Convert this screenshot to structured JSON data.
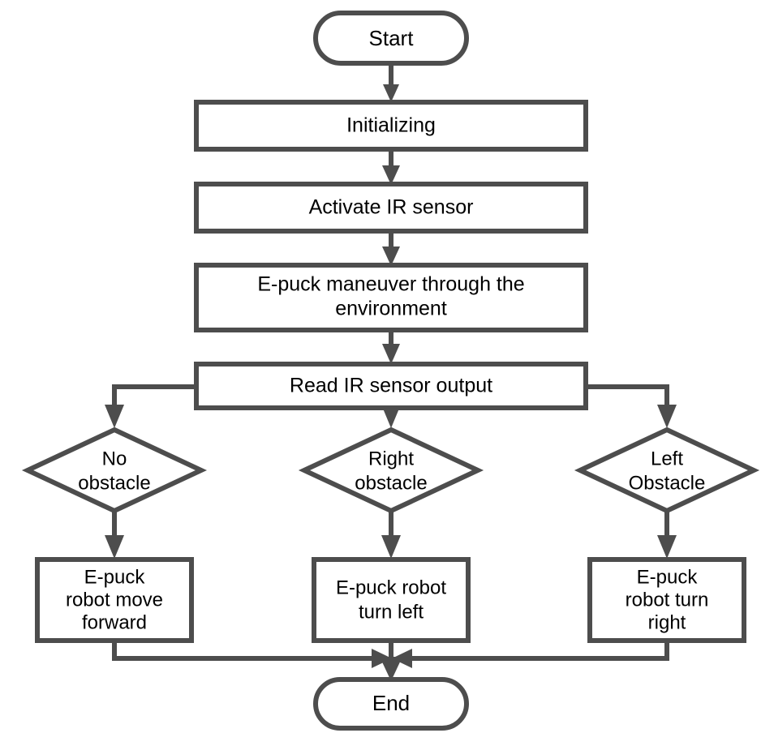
{
  "diagram": {
    "type": "flowchart",
    "title": "E-puck robot obstacle avoidance flowchart",
    "background_color": "#ffffff",
    "stroke_color": "#4d4d4d",
    "text_color": "#000000",
    "fill_color": "#ffffff"
  },
  "nodes": {
    "start": {
      "label": "Start",
      "shape": "terminal"
    },
    "initializing": {
      "label": "Initializing",
      "shape": "process"
    },
    "activate_ir": {
      "label": "Activate IR sensor",
      "shape": "process"
    },
    "maneuver_line1": {
      "label": "E-puck maneuver through the",
      "shape": "process"
    },
    "maneuver_line2": {
      "label": "environment",
      "shape": "process"
    },
    "read_ir": {
      "label": "Read IR sensor output",
      "shape": "process"
    },
    "decision_no": {
      "line1": "No",
      "line2": "obstacle",
      "shape": "decision"
    },
    "decision_right": {
      "line1": "Right",
      "line2": "obstacle",
      "shape": "decision"
    },
    "decision_left": {
      "line1": "Left",
      "line2": "Obstacle",
      "shape": "decision"
    },
    "action_forward": {
      "line1": "E-puck",
      "line2": "robot move",
      "line3": "forward",
      "shape": "process"
    },
    "action_turn_left": {
      "line1": "E-puck robot",
      "line2": "turn left",
      "shape": "process"
    },
    "action_turn_right": {
      "line1": "E-puck",
      "line2": "robot turn",
      "line3": "right",
      "shape": "process"
    },
    "end": {
      "label": "End",
      "shape": "terminal"
    }
  },
  "edges": [
    {
      "from": "start",
      "to": "initializing",
      "label": ""
    },
    {
      "from": "initializing",
      "to": "activate_ir",
      "label": ""
    },
    {
      "from": "activate_ir",
      "to": "maneuver",
      "label": ""
    },
    {
      "from": "maneuver",
      "to": "read_ir",
      "label": ""
    },
    {
      "from": "read_ir",
      "to": "decision_no",
      "label": ""
    },
    {
      "from": "read_ir",
      "to": "decision_right",
      "label": ""
    },
    {
      "from": "read_ir",
      "to": "decision_left",
      "label": ""
    },
    {
      "from": "decision_no",
      "to": "action_forward",
      "label": ""
    },
    {
      "from": "decision_right",
      "to": "action_turn_left",
      "label": ""
    },
    {
      "from": "decision_left",
      "to": "action_turn_right",
      "label": ""
    },
    {
      "from": "action_forward",
      "to": "end",
      "label": ""
    },
    {
      "from": "action_turn_left",
      "to": "end",
      "label": ""
    },
    {
      "from": "action_turn_right",
      "to": "end",
      "label": ""
    }
  ]
}
